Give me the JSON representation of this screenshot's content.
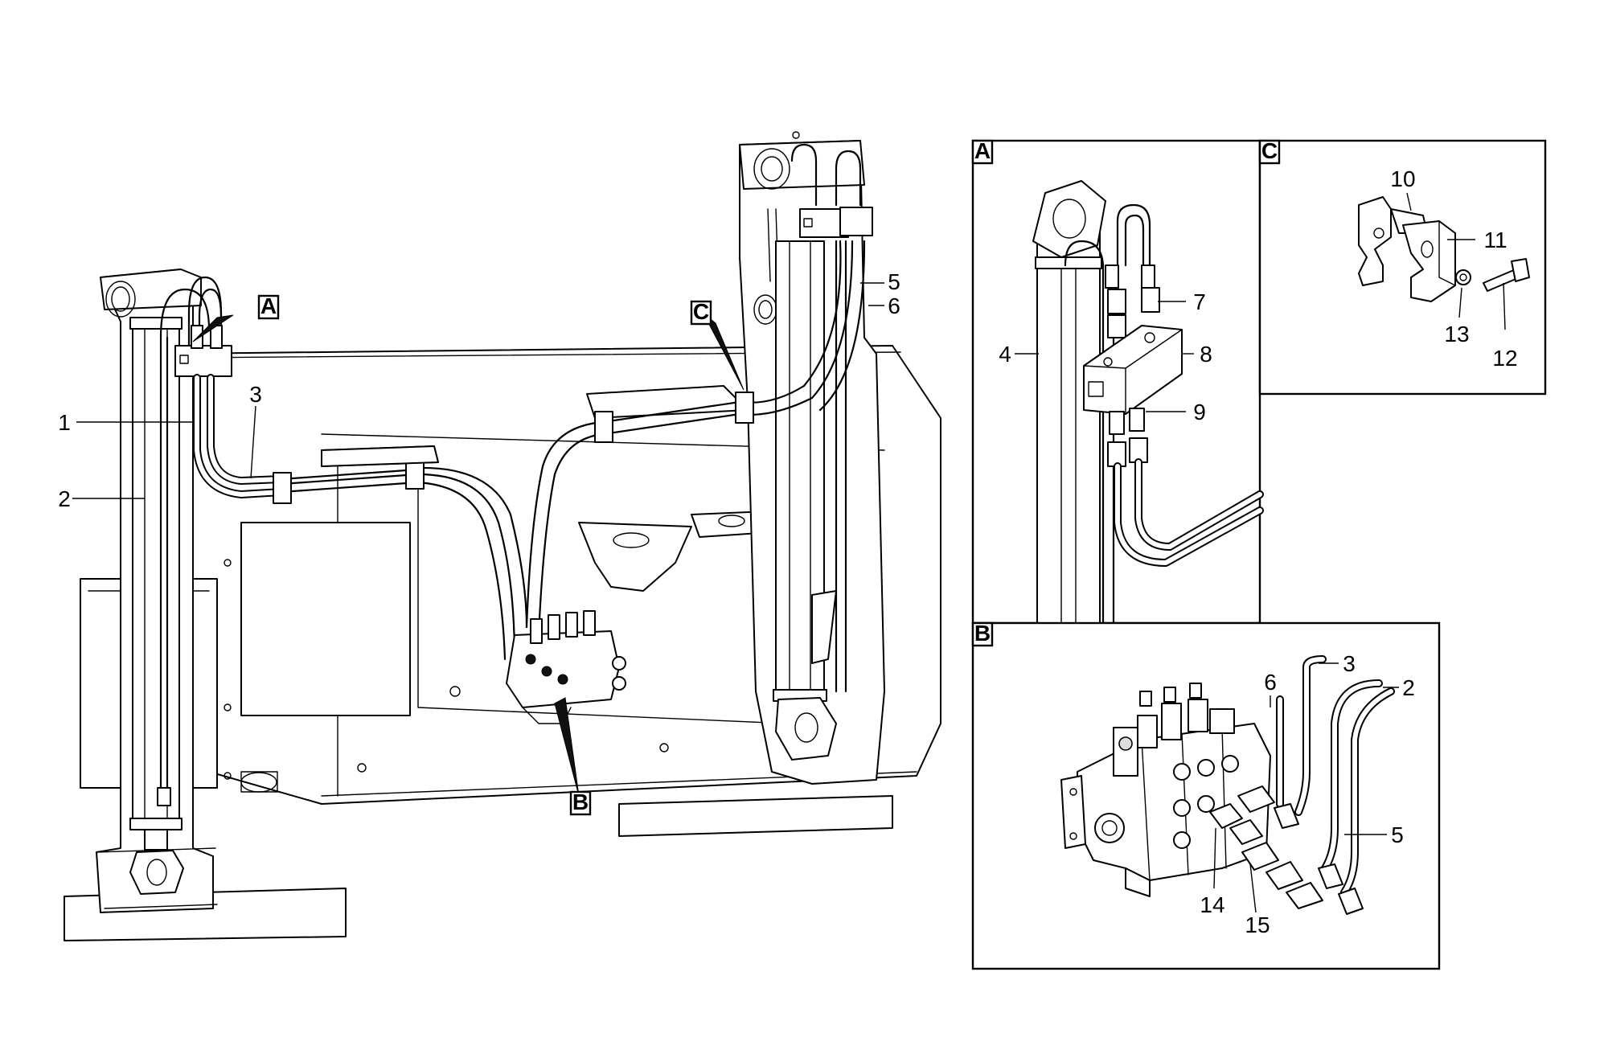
{
  "diagram": {
    "part_labels": [
      "1",
      "2",
      "3",
      "4",
      "5",
      "6",
      "7",
      "8",
      "9",
      "10",
      "11",
      "12",
      "13",
      "14",
      "15"
    ],
    "view_callouts": [
      "A",
      "B",
      "C"
    ],
    "detail_a": {
      "title": "A",
      "labels": [
        "7",
        "4",
        "8",
        "9"
      ]
    },
    "detail_b": {
      "title": "B",
      "labels": [
        "6",
        "3",
        "2",
        "5",
        "14",
        "15"
      ]
    },
    "detail_c": {
      "title": "C",
      "labels": [
        "10",
        "11",
        "13",
        "12"
      ]
    }
  }
}
